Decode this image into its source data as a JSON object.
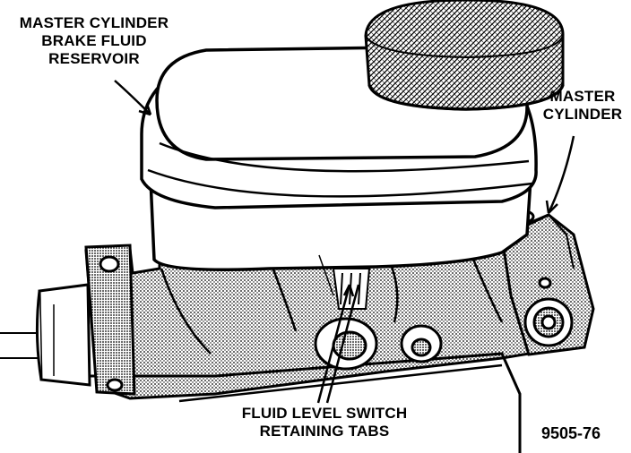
{
  "labels": {
    "reservoir": [
      "MASTER CYLINDER",
      "BRAKE FLUID",
      "RESERVOIR"
    ],
    "cylinder": [
      "MASTER",
      "CYLINDER"
    ],
    "switch": [
      "FLUID LEVEL SWITCH",
      "RETAINING TABS"
    ]
  },
  "figure_id": "9505-76",
  "colors": {
    "ink": "#000000",
    "paper": "#ffffff",
    "stipple": "#555555"
  }
}
